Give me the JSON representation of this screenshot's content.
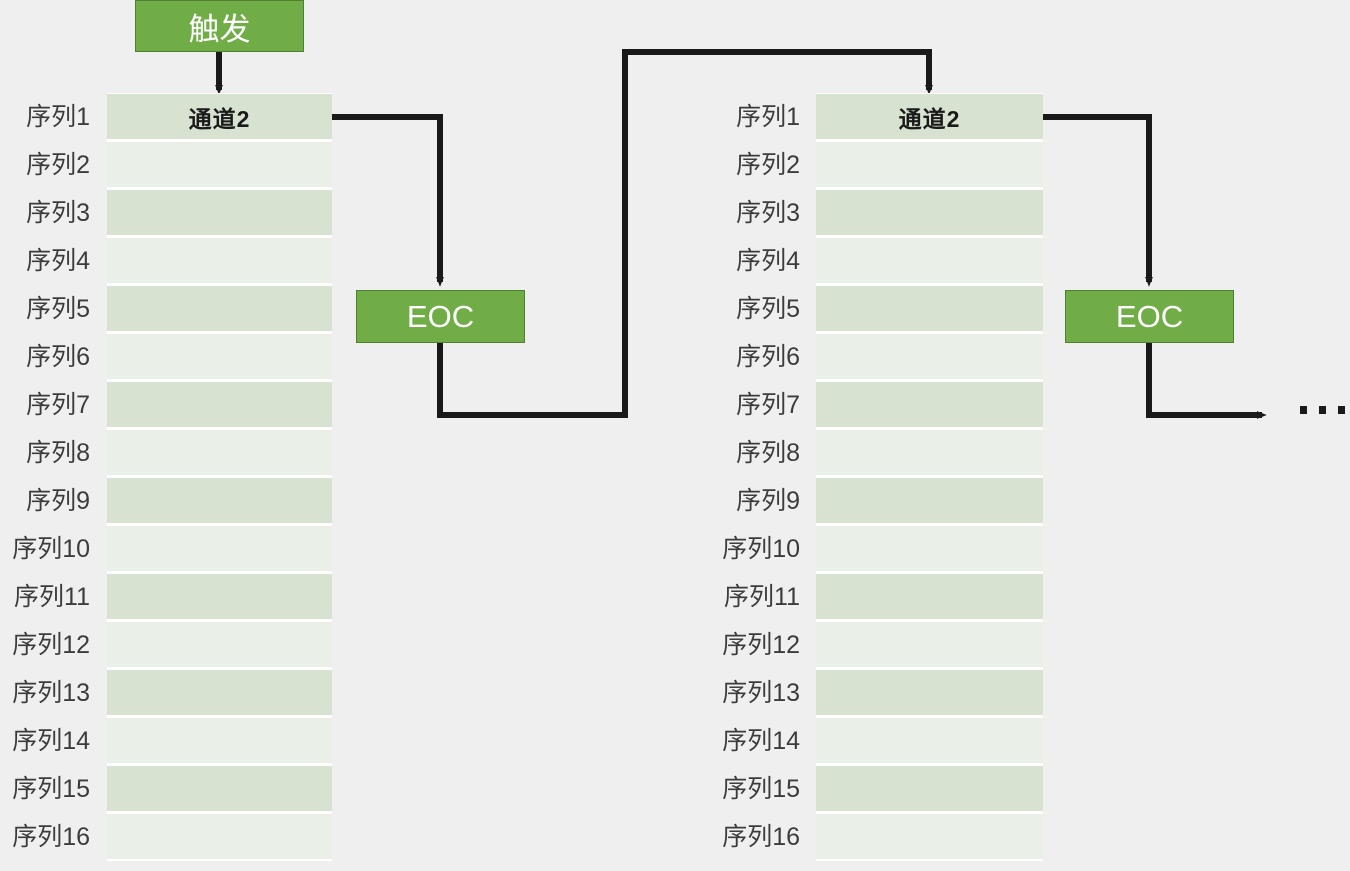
{
  "diagram": {
    "title": "ADC scan sequence with trigger and EOC loop",
    "background_color": "#efefef",
    "accent_green": "#70ad47",
    "row_dark_color": "#d7e2d0",
    "row_light_color": "#eaefe8",
    "line_color": "#1a1a1a"
  },
  "trigger_box": {
    "label": "触发"
  },
  "groups": [
    {
      "id": "group-1",
      "header_label": "通道2",
      "labels": [
        "序列1",
        "序列2",
        "序列3",
        "序列4",
        "序列5",
        "序列6",
        "序列7",
        "序列8",
        "序列9",
        "序列10",
        "序列11",
        "序列12",
        "序列13",
        "序列14",
        "序列15",
        "序列16"
      ],
      "eoc_label": "EOC"
    },
    {
      "id": "group-2",
      "header_label": "通道2",
      "labels": [
        "序列1",
        "序列2",
        "序列3",
        "序列4",
        "序列5",
        "序列6",
        "序列7",
        "序列8",
        "序列9",
        "序列10",
        "序列11",
        "序列12",
        "序列13",
        "序列14",
        "序列15",
        "序列16"
      ],
      "eoc_label": "EOC"
    }
  ],
  "continuation": {
    "label": "…",
    "dot_count": 3
  }
}
